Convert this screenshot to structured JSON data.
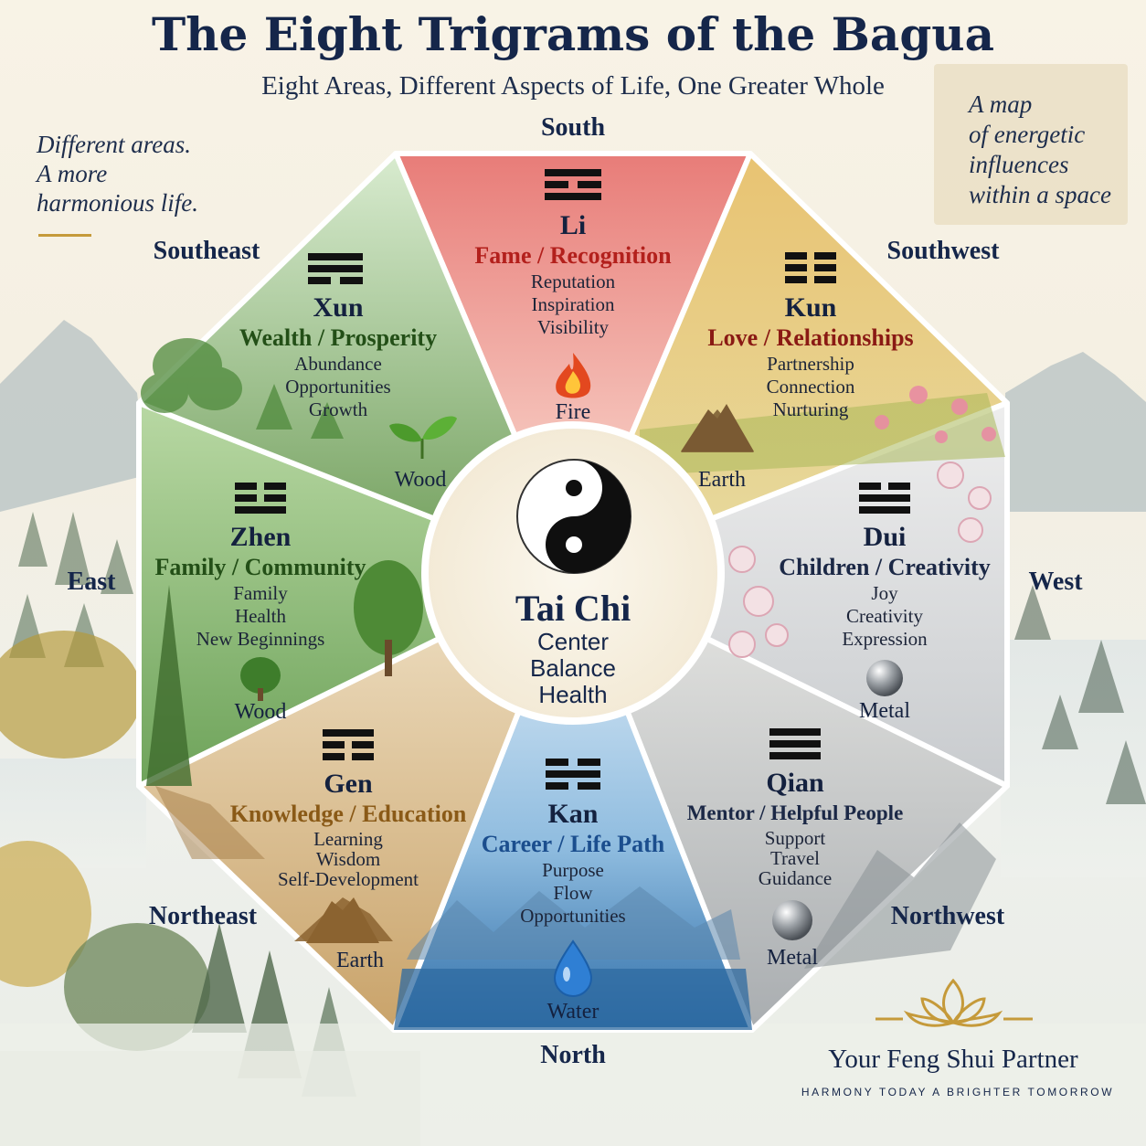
{
  "header": {
    "title": "The Eight Trigrams of the Bagua",
    "subtitle": "Eight Areas, Different Aspects of Life, One Greater Whole"
  },
  "tagline_left": [
    "Different areas.",
    "A more",
    "harmonious life."
  ],
  "note_right": [
    "A map",
    "of energetic",
    "influences",
    "within a space"
  ],
  "directions": {
    "south": "South",
    "southwest": "Southwest",
    "west": "West",
    "northwest": "Northwest",
    "north": "North",
    "northeast": "Northeast",
    "east": "East",
    "southeast": "Southeast"
  },
  "sectors": [
    {
      "id": "li",
      "name": "Li",
      "area": "Fame / Recognition",
      "keywords": [
        "Reputation",
        "Inspiration",
        "Visibility"
      ],
      "element": "Fire",
      "element_icon": "flame-icon",
      "trigram": [
        "solid",
        "broken",
        "solid"
      ],
      "color": "#b3201c"
    },
    {
      "id": "kun",
      "name": "Kun",
      "area": "Love / Relationships",
      "keywords": [
        "Partnership",
        "Connection",
        "Nurturing"
      ],
      "element": "Earth",
      "element_icon": "mountain-icon",
      "trigram": [
        "broken",
        "broken",
        "broken"
      ],
      "color": "#8a1a14"
    },
    {
      "id": "dui",
      "name": "Dui",
      "area": "Children / Creativity",
      "keywords": [
        "Joy",
        "Creativity",
        "Expression"
      ],
      "element": "Metal",
      "element_icon": "metal-sphere-icon",
      "trigram": [
        "broken",
        "solid",
        "solid"
      ],
      "color": "#1b2846"
    },
    {
      "id": "qian",
      "name": "Qian",
      "area": "Mentor / Helpful People",
      "keywords": [
        "Support",
        "Travel",
        "Guidance"
      ],
      "element": "Metal",
      "element_icon": "metal-sphere-icon",
      "trigram": [
        "solid",
        "solid",
        "solid"
      ],
      "color": "#1b2846"
    },
    {
      "id": "kan",
      "name": "Kan",
      "area": "Career / Life Path",
      "keywords": [
        "Purpose",
        "Flow",
        "Opportunities"
      ],
      "element": "Water",
      "element_icon": "water-drop-icon",
      "trigram": [
        "broken",
        "solid",
        "broken"
      ],
      "color": "#1b4e8e"
    },
    {
      "id": "gen",
      "name": "Gen",
      "area": "Knowledge / Education",
      "keywords": [
        "Learning",
        "Wisdom",
        "Self-Development"
      ],
      "element": "Earth",
      "element_icon": "mountain-icon",
      "trigram": [
        "solid",
        "broken",
        "broken"
      ],
      "color": "#8a5a17"
    },
    {
      "id": "zhen",
      "name": "Zhen",
      "area": "Family / Community",
      "keywords": [
        "Family",
        "Health",
        "New Beginnings"
      ],
      "element": "Wood",
      "element_icon": "tree-icon",
      "trigram": [
        "broken",
        "broken",
        "solid"
      ],
      "color": "#234f17"
    },
    {
      "id": "xun",
      "name": "Xun",
      "area": "Wealth / Prosperity",
      "keywords": [
        "Abundance",
        "Opportunities",
        "Growth"
      ],
      "element": "Wood",
      "element_icon": "sprout-icon",
      "trigram": [
        "solid",
        "solid",
        "broken"
      ],
      "color": "#234f17"
    }
  ],
  "center": {
    "name": "Tai Chi",
    "keywords": [
      "Center",
      "Balance",
      "Health"
    ],
    "icon": "yin-yang-icon"
  },
  "brand": {
    "name": "Your Feng Shui Partner",
    "tagline": "HARMONY TODAY A BRIGHTER TOMORROW",
    "icon": "lotus-icon",
    "accent": "#c59a3a"
  }
}
